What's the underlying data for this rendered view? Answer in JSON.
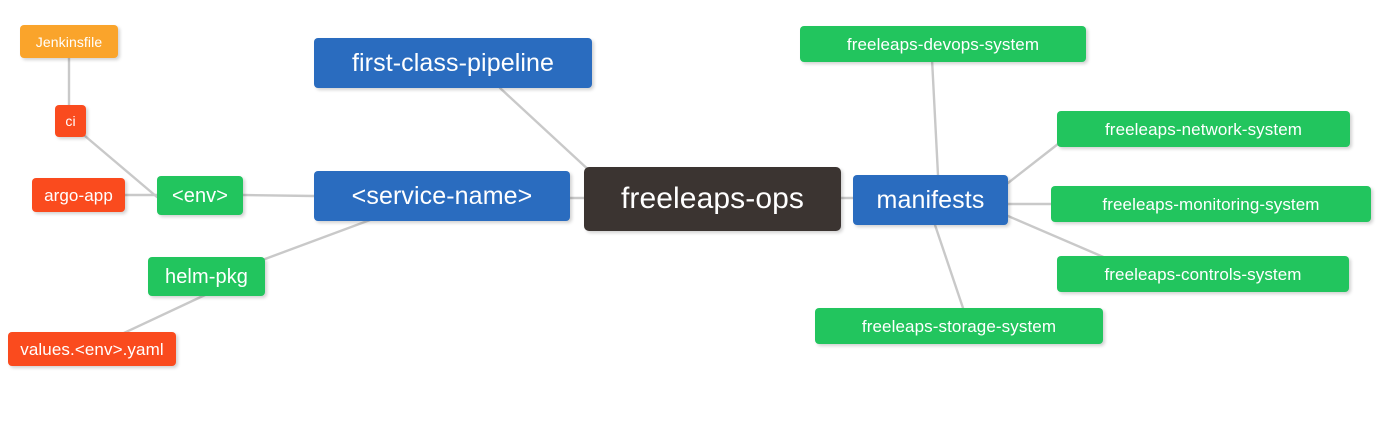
{
  "diagram": {
    "type": "mindmap",
    "title": "freeleaps-ops",
    "background": "#ffffff",
    "edge_color": "#c9c9c9",
    "palette": {
      "root_dark": "#3b3431",
      "blue": "#2a6cbf",
      "green": "#22c55e",
      "orange": "#faa42b",
      "red_orange": "#fa4b1e"
    }
  },
  "nodes": {
    "root": {
      "label": "freeleaps-ops",
      "color": "#3b3431",
      "level": "root"
    },
    "service_name": {
      "label": "<service-name>",
      "color": "#2a6cbf",
      "level": "1"
    },
    "first_class_pipeline": {
      "label": "first-class-pipeline",
      "color": "#2a6cbf",
      "level": "1"
    },
    "manifests": {
      "label": "manifests",
      "color": "#2a6cbf",
      "level": "1"
    },
    "env": {
      "label": "<env>",
      "color": "#22c55e",
      "level": "2"
    },
    "helm_pkg": {
      "label": "helm-pkg",
      "color": "#22c55e",
      "level": "2"
    },
    "jenkinsfile": {
      "label": "Jenkinsfile",
      "color": "#faa42b",
      "level": "4"
    },
    "ci": {
      "label": "ci",
      "color": "#fa4b1e",
      "level": "4"
    },
    "argo_app": {
      "label": "argo-app",
      "color": "#fa4b1e",
      "level": "3"
    },
    "values_yaml": {
      "label": "values.<env>.yaml",
      "color": "#fa4b1e",
      "level": "3"
    },
    "devops_system": {
      "label": "freeleaps-devops-system",
      "color": "#22c55e",
      "level": "3"
    },
    "network_system": {
      "label": "freeleaps-network-system",
      "color": "#22c55e",
      "level": "3"
    },
    "monitoring_system": {
      "label": "freeleaps-monitoring-system",
      "color": "#22c55e",
      "level": "3"
    },
    "controls_system": {
      "label": "freeleaps-controls-system",
      "color": "#22c55e",
      "level": "3"
    },
    "storage_system": {
      "label": "freeleaps-storage-system",
      "color": "#22c55e",
      "level": "3"
    }
  },
  "edges": [
    {
      "from": "root",
      "to": "service_name"
    },
    {
      "from": "root",
      "to": "manifests"
    },
    {
      "from": "service_name",
      "to": "first_class_pipeline"
    },
    {
      "from": "service_name",
      "to": "env"
    },
    {
      "from": "service_name",
      "to": "helm_pkg"
    },
    {
      "from": "env",
      "to": "ci"
    },
    {
      "from": "env",
      "to": "argo_app"
    },
    {
      "from": "ci",
      "to": "jenkinsfile"
    },
    {
      "from": "helm_pkg",
      "to": "values_yaml"
    },
    {
      "from": "manifests",
      "to": "devops_system"
    },
    {
      "from": "manifests",
      "to": "network_system"
    },
    {
      "from": "manifests",
      "to": "monitoring_system"
    },
    {
      "from": "manifests",
      "to": "controls_system"
    },
    {
      "from": "manifests",
      "to": "storage_system"
    }
  ]
}
